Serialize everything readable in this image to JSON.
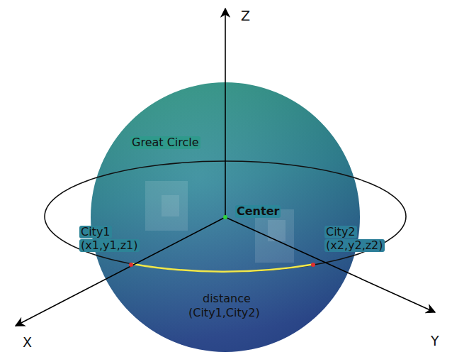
{
  "diagram": {
    "labels": [
      "Z",
      "Great Circle",
      "Center",
      "City1",
      "(x1,y1,z1)",
      "City2",
      "(x2,y2,z2)",
      "distance",
      "(City1,City2)",
      "X",
      "Y"
    ]
  }
}
